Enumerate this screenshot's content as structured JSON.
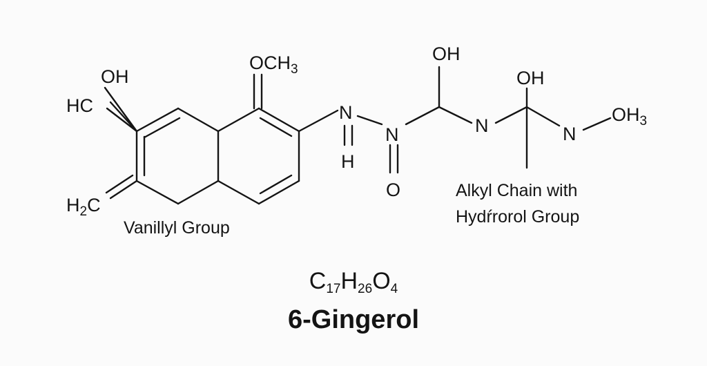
{
  "atoms": {
    "oh_left": "OH",
    "hc_left": "HC",
    "och3_base": "OCH",
    "och3_sub": "3",
    "h2c_h": "H",
    "h2c_sub": "2",
    "h2c_c": "C",
    "n1": "N",
    "n1_h": "H",
    "n2": "N",
    "n2_o": "O",
    "oh_mid": "OH",
    "n3": "N",
    "oh_right": "OH",
    "n4": "N",
    "oh3_base": "OH",
    "oh3_sub": "3"
  },
  "labels": {
    "vanillyl_group": "Vanillyl Group",
    "alkyl_line1": "Alkyl Chain with",
    "alkyl_line2": "Hydŕrorol Group"
  },
  "formula": {
    "c": "C",
    "c_sub": "17",
    "h": "H",
    "h_sub": "26",
    "o": "O",
    "o_sub": "4"
  },
  "compound_name": "6-Gingerol"
}
